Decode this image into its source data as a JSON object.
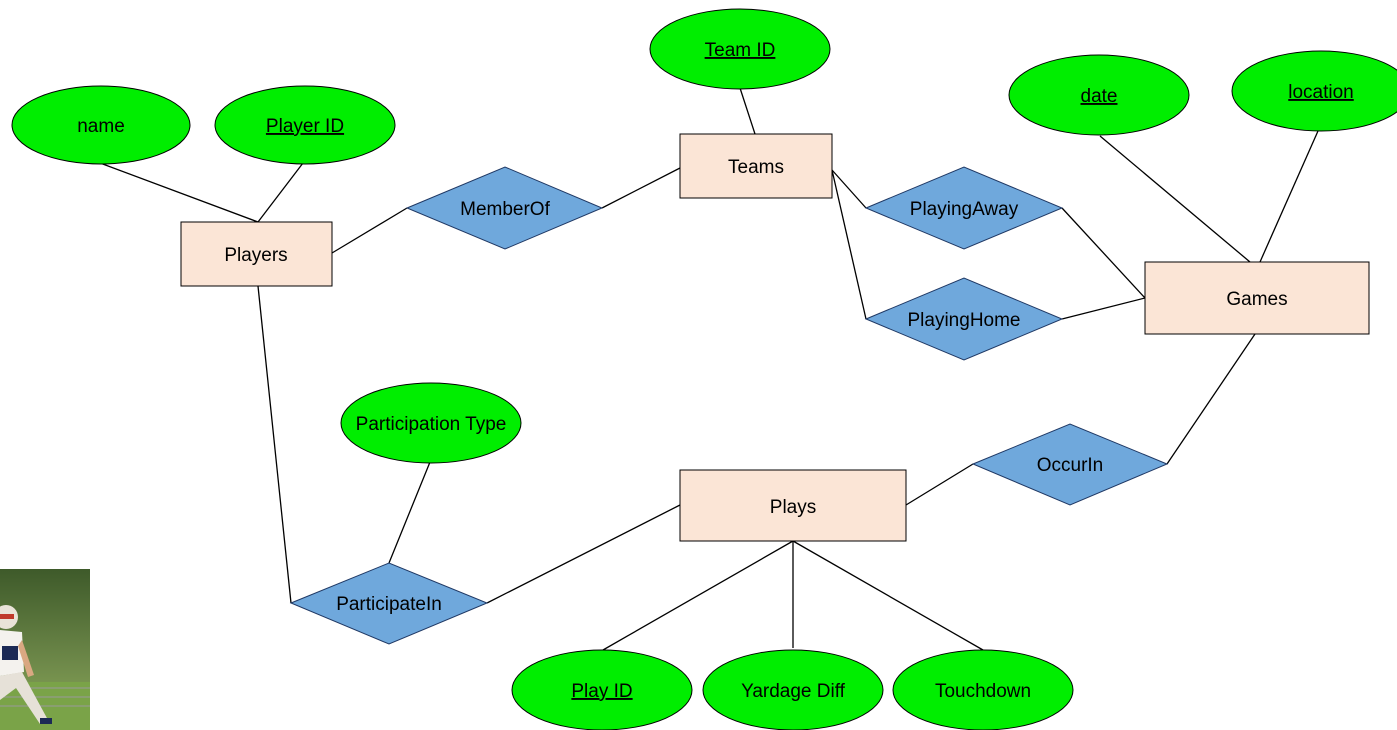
{
  "entities": {
    "players": "Players",
    "teams": "Teams",
    "games": "Games",
    "plays": "Plays"
  },
  "relationships": {
    "member_of": "MemberOf",
    "playing_away": "PlayingAway",
    "playing_home": "PlayingHome",
    "occur_in": "OccurIn",
    "participate_in": "ParticipateIn"
  },
  "attributes": {
    "name": "name",
    "player_id": "Player ID",
    "team_id": "Team ID",
    "date": "date",
    "location": "location",
    "participation_type": "Participation Type",
    "play_id": "Play ID",
    "yardage_diff": "Yardage Diff",
    "touchdown": "Touchdown"
  },
  "colors": {
    "entity_fill": "#fbe5d6",
    "attribute_fill": "#00ee00",
    "relationship_fill": "#6fa8dc"
  }
}
